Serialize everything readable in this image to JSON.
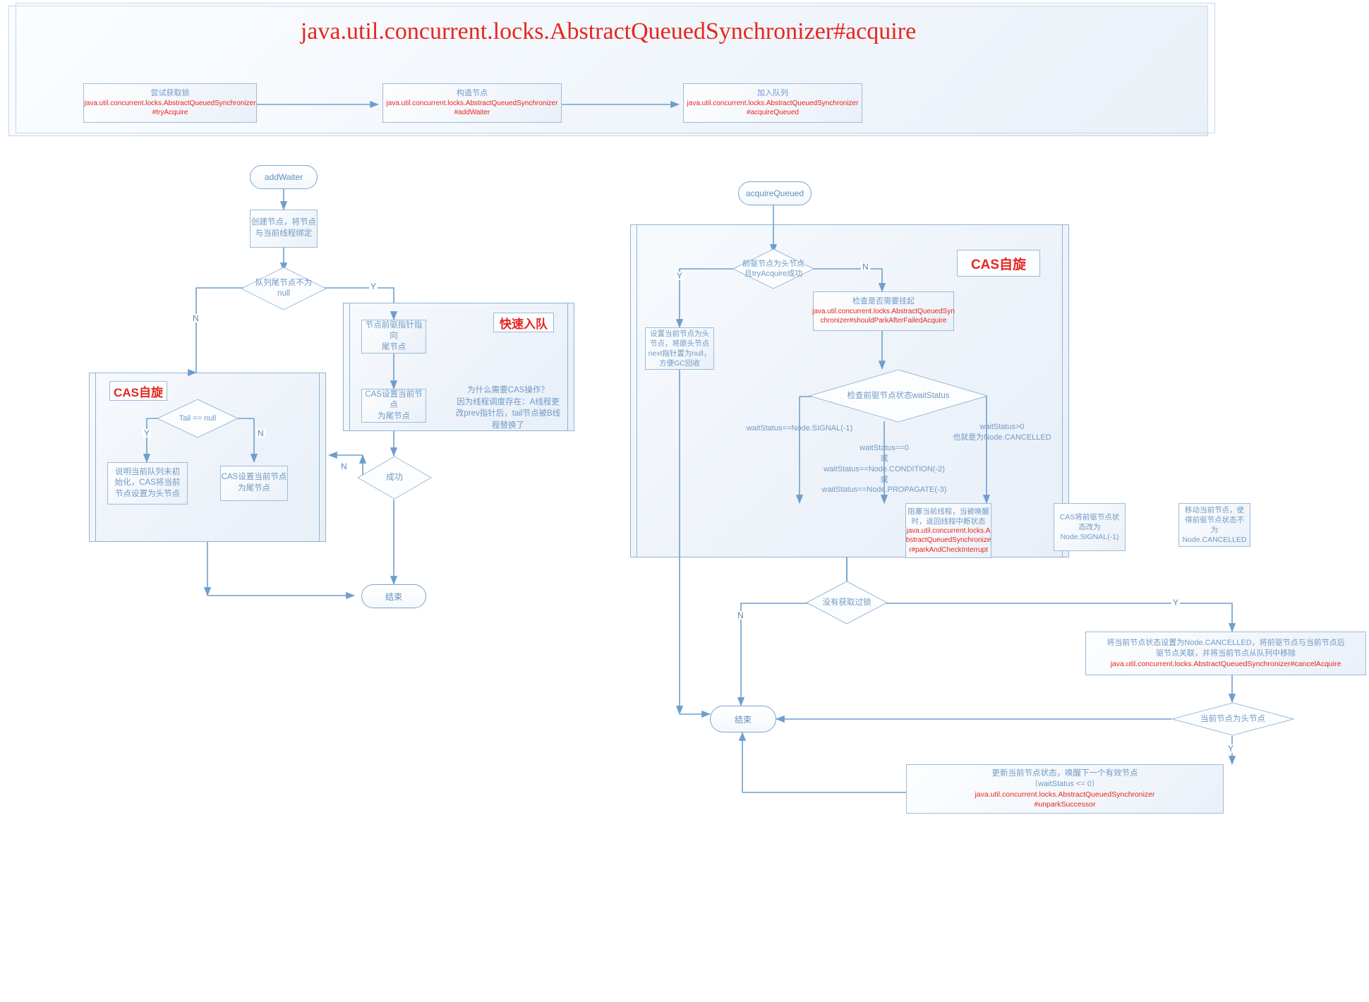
{
  "header": {
    "title": "java.util.concurrent.locks.AbstractQueuedSynchronizer#acquire",
    "boxes": [
      {
        "cn": "尝试获取锁",
        "fqcn": "java.util.concurrent.locks.AbstractQueuedSynchronizer",
        "method": "#tryAcquire"
      },
      {
        "cn": "构造节点",
        "fqcn": "java.util.concurrent.locks.AbstractQueuedSynchronizer",
        "method": "#addWaiter"
      },
      {
        "cn": "加入队列",
        "fqcn": "java.util.concurrent.locks.AbstractQueuedSynchronizer",
        "method": "#acquireQueued"
      }
    ]
  },
  "left_flow": {
    "start": "addWaiter",
    "create_node": "创建节点，将节点\n与当前线程绑定",
    "tail_decision": "队列尾节点不为\nnull",
    "tail_decision_line1": "队列尾节点不为",
    "tail_decision_line2": "null",
    "yes": "Y",
    "no": "N",
    "fast_enqueue_tag": "快速入队",
    "fast_box1": "节点前驱指针指向\n尾节点",
    "fast_box1_l1": "节点前驱指针指向",
    "fast_box1_l2": "尾节点",
    "fast_box2_l1": "CAS设置当前节点",
    "fast_box2_l2": "为尾节点",
    "note_l1": "为什么需要CAS操作？",
    "note_l2": "因为线程调度存在：A线程更",
    "note_l3": "改prev指针后，tail节点被B线",
    "note_l4": "程替换了",
    "cas_tag": "CAS自旋",
    "tail_null_decision": "Tail == null",
    "cas_left_l1": "说明当前队列未初",
    "cas_left_l2": "始化，CAS将当前",
    "cas_left_l3": "节点设置为头节点",
    "cas_right_l1": "CAS设置当前节点",
    "cas_right_l2": "为尾节点",
    "success_decision": "成功",
    "end": "结束"
  },
  "right_flow": {
    "start": "acquireQueued",
    "cas_tag": "CAS自旋",
    "head_decision_l1": "前驱节点为头节点",
    "head_decision_l2": "且tryAcquire成功",
    "yes": "Y",
    "no": "N",
    "set_head_l1": "设置当前节点为头",
    "set_head_l2": "节点，将原头节点",
    "set_head_l3": "next指针置为null，",
    "set_head_l4": "方便GC回收",
    "should_park_cn": "检查是否需要挂起",
    "should_park_fq1": "java.util.concurrent.locks.AbstractQueuedSyn",
    "should_park_fq2": "chronizer#shouldParkAfterFailedAcquire",
    "waitstatus_decision": "检查前驱节点状态waitStatus",
    "branch_signal": "waitStatus==Node.SIGNAL(-1)",
    "branch_mid_l1": "waitStatus==0",
    "branch_mid_l2": "或",
    "branch_mid_l3": "waitStatus==Node.CONDITION(-2)",
    "branch_mid_l4": "或",
    "branch_mid_l5": "waitStatus==Node.PROPAGATE(-3)",
    "branch_cancel_l1": "waitStatus>0",
    "branch_cancel_l2": "也就是为Node.CANCELLED",
    "park_cn_l1": "阻塞当前线程，当被唤醒",
    "park_cn_l2": "时，返回线程中断状态",
    "park_fq1": "java.util.concurrent.locks.A",
    "park_fq2": "bstractQueuedSynchronize",
    "park_fq3": "r#parkAndCheckInterrupt",
    "cas_signal_l1": "CAS将前驱节点状",
    "cas_signal_l2": "态改为",
    "cas_signal_l3": "Node.SIGNAL(-1)",
    "move_l1": "移动当前节点，使",
    "move_l2": "得前驱节点状态不",
    "move_l3": "为Node.CANCELLED",
    "not_acquired_decision": "没有获取过锁",
    "cancel_l1": "将当前节点状态设置为Node.CANCELLED，将前驱节点与当前节点后",
    "cancel_l2": "驱节点关联，并将当前节点从队列中移除",
    "cancel_fq": "java.util.concurrent.locks.AbstractQueuedSynchronizer#cancelAcquire",
    "is_head_decision": "当前节点为头节点",
    "unpark_l1": "更新当前节点状态，唤醒下一个有效节点",
    "unpark_l2": "（waitStatus <= 0）",
    "unpark_fq1": "java.util.concurrent.locks.AbstractQueuedSynchronizer",
    "unpark_fq2": "#unparkSuccessor",
    "end": "结束"
  },
  "colors": {
    "accent_red": "#e8251d",
    "line_blue": "#6e9ecd",
    "text_blue": "#6f9ac5",
    "border_blue": "#9dbbd9"
  }
}
